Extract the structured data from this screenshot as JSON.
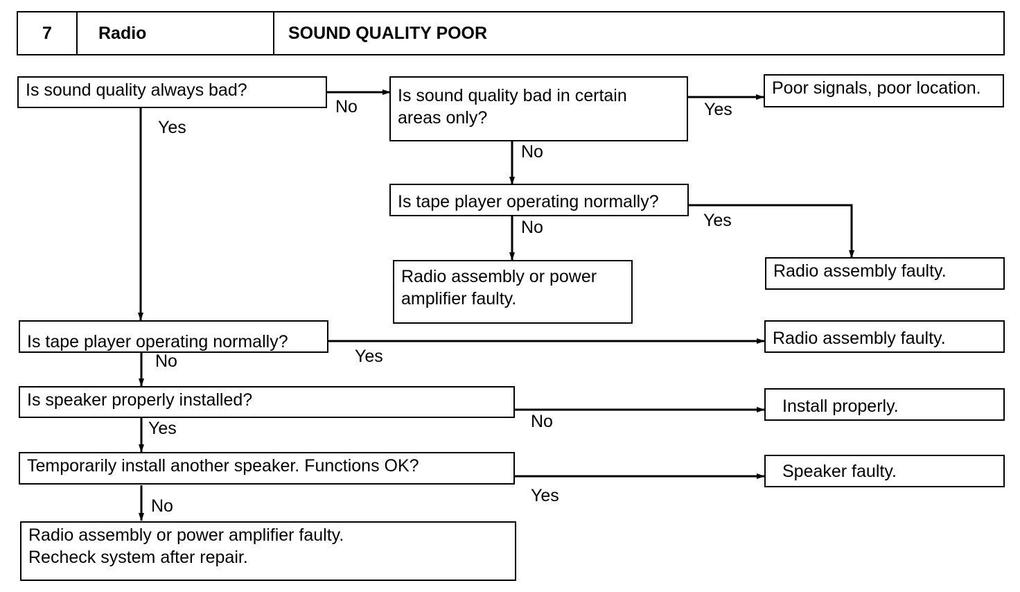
{
  "header": {
    "number": "7",
    "system": "Radio",
    "symptom": "SOUND QUALITY POOR"
  },
  "nodes": {
    "q_always_bad": "Is sound quality always bad?",
    "q_certain_areas": "Is sound quality bad in certain\nareas only?",
    "r_poor_signals": "Poor signals, poor location.",
    "q_tape_upper": "Is tape player operating normally?",
    "r_radio_or_amp_upper": "Radio assembly or power\namplifier faulty.",
    "r_radio_faulty_upper": "Radio assembly faulty.",
    "q_tape_lower": "Is tape player operating normally?",
    "r_radio_faulty_lower": "Radio assembly faulty.",
    "q_speaker_installed": "Is speaker properly installed?",
    "r_install_properly": "Install properly.",
    "q_another_speaker": "Temporarily install another speaker. Functions OK?",
    "r_speaker_faulty": "Speaker faulty.",
    "r_final": "Radio assembly or power amplifier faulty.\nRecheck system after repair."
  },
  "edges": {
    "always_no": "No",
    "always_yes": "Yes",
    "areas_yes": "Yes",
    "areas_no": "No",
    "tape_upper_no": "No",
    "tape_upper_yes": "Yes",
    "tape_lower_no": "No",
    "tape_lower_yes": "Yes",
    "speaker_yes": "Yes",
    "speaker_no": "No",
    "another_no": "No",
    "another_yes": "Yes"
  }
}
